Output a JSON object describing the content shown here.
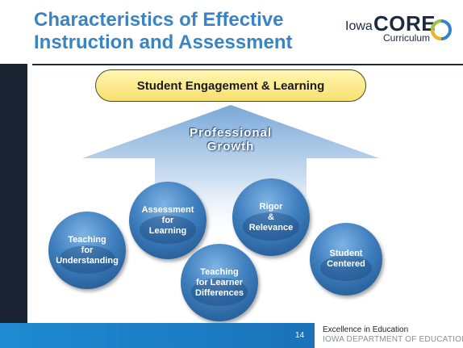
{
  "title_lines": [
    "Characteristics of Effective",
    "Instruction and Assessment"
  ],
  "logo": {
    "iowa": "Iowa",
    "core": "CORE",
    "curriculum": "Curriculum"
  },
  "engagement": "Student Engagement & Learning",
  "professional_growth": [
    "Professional",
    "Growth"
  ],
  "circles": [
    [
      "Teaching",
      "for",
      "Understanding"
    ],
    [
      "Assessment",
      "for",
      "Learning"
    ],
    [
      "Teaching",
      "for Learner",
      "Differences"
    ],
    [
      "Rigor",
      "&",
      "Relevance"
    ],
    [
      "Student",
      "Centered"
    ]
  ],
  "footer": {
    "page": "14",
    "excellence": "Excellence in Education",
    "department": "IOWA DEPARTMENT OF EDUCATION"
  },
  "colors": {
    "title_blue": "#3a84c4",
    "footer_blue": "#1f8bd2",
    "banner_yellow": "#f7e070",
    "circle_blue": "#3f7fbf"
  }
}
